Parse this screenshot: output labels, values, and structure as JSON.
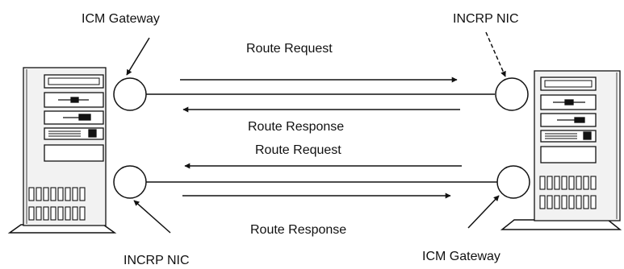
{
  "labels": {
    "left_gateway": "ICM Gateway",
    "right_nic": "INCRP NIC",
    "left_nic": "INCRP NIC",
    "right_gateway": "ICM Gateway",
    "route_request_top": "Route Request",
    "route_response_top": "Route Response",
    "route_request_bottom": "Route Request",
    "route_response_bottom": "Route Response"
  },
  "connections": [
    {
      "from": "left-gateway",
      "to": "right-nic",
      "messages": [
        "Route Request",
        "Route Response"
      ]
    },
    {
      "from": "left-nic",
      "to": "right-gateway",
      "messages": [
        "Route Request",
        "Route Response"
      ]
    }
  ],
  "colors": {
    "line": "#111111",
    "server_fill": "#ffffff"
  }
}
